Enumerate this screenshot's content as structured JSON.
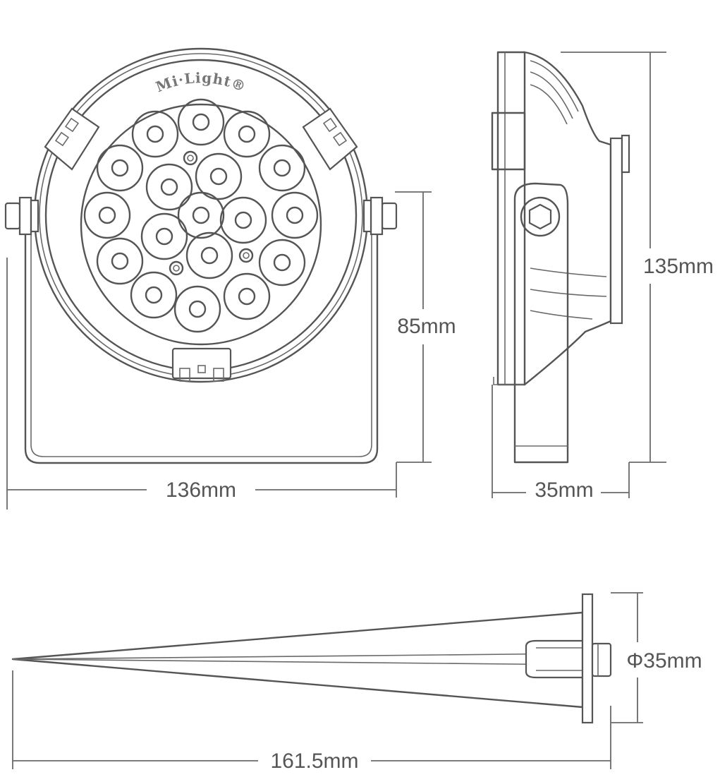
{
  "brand": "Mi·Light®",
  "dimensions": {
    "front_width": "136mm",
    "front_height": "85mm",
    "side_height": "135mm",
    "side_depth": "35mm",
    "stake_diameter": "Φ35mm",
    "stake_length": "161.5mm"
  },
  "colors": {
    "line": "#555555",
    "text": "#555555",
    "background": "#ffffff"
  },
  "front_view": {
    "led_count": 18
  }
}
